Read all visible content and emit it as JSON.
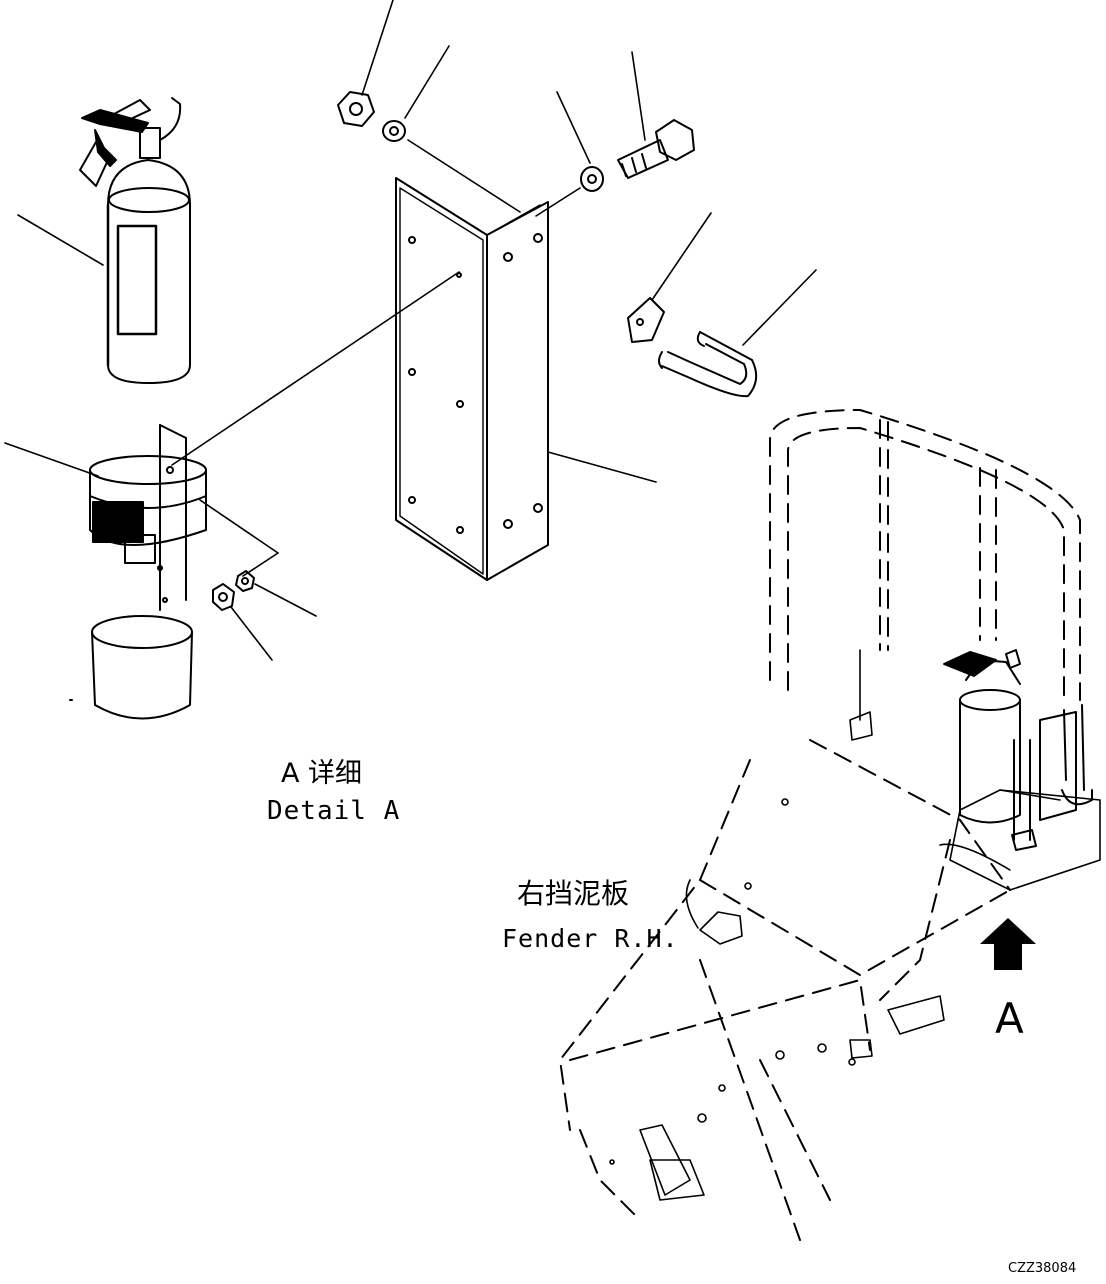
{
  "labels": {
    "detail_cn": "A 详细",
    "detail_en": "Detail A",
    "fender_cn": "右挡泥板",
    "fender_en": "Fender R.H.",
    "view_arrow": "A",
    "drawing_number": "CZZ38084"
  },
  "parts": [
    {
      "name": "fire-extinguisher"
    },
    {
      "name": "extinguisher-strap-bracket"
    },
    {
      "name": "extinguisher-cup"
    },
    {
      "name": "mounting-plate"
    },
    {
      "name": "nut"
    },
    {
      "name": "washer"
    },
    {
      "name": "bolt"
    },
    {
      "name": "clip"
    },
    {
      "name": "u-bolt"
    }
  ],
  "colors": {
    "line": "#000000",
    "background": "#ffffff"
  }
}
